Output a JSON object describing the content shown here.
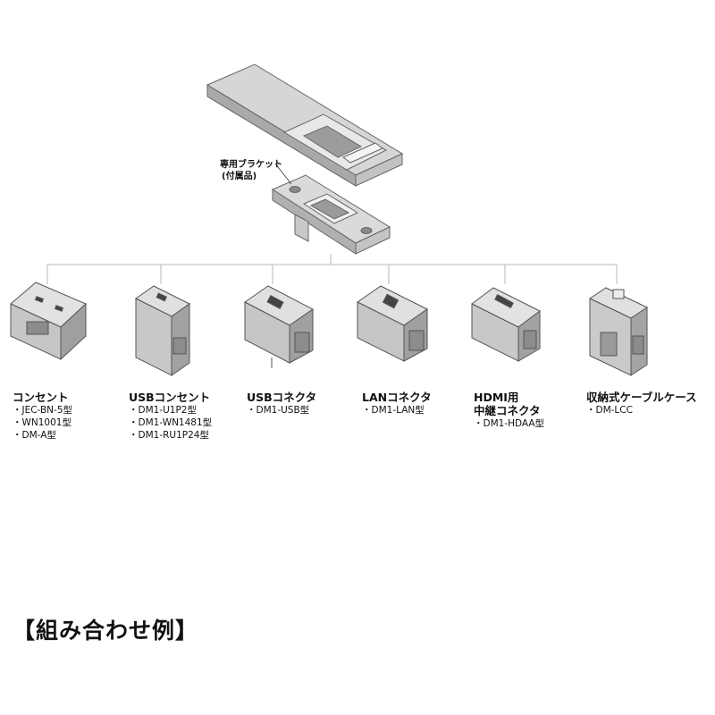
{
  "diagram": {
    "bracket": {
      "label": "専用ブラケット",
      "sub_label": "(付属品)"
    },
    "products": [
      {
        "name": "コンセント",
        "models": [
          "JEC-BN-5型",
          "WN1001型",
          "DM-A型"
        ]
      },
      {
        "name": "USBコンセント",
        "models": [
          "DM1-U1P2型",
          "DM1-WN1481型",
          "DM1-RU1P24型"
        ]
      },
      {
        "name": "USBコネクタ",
        "models": [
          "DM1-USB型"
        ]
      },
      {
        "name": "LANコネクタ",
        "models": [
          "DM1-LAN型"
        ]
      },
      {
        "name": "HDMI用",
        "name2": "中継コネクタ",
        "models": [
          "DM1-HDAA型"
        ]
      },
      {
        "name": "収納式ケーブルケース",
        "models": [
          "DM-LCC"
        ]
      }
    ],
    "heading": "【組み合わせ例】"
  }
}
